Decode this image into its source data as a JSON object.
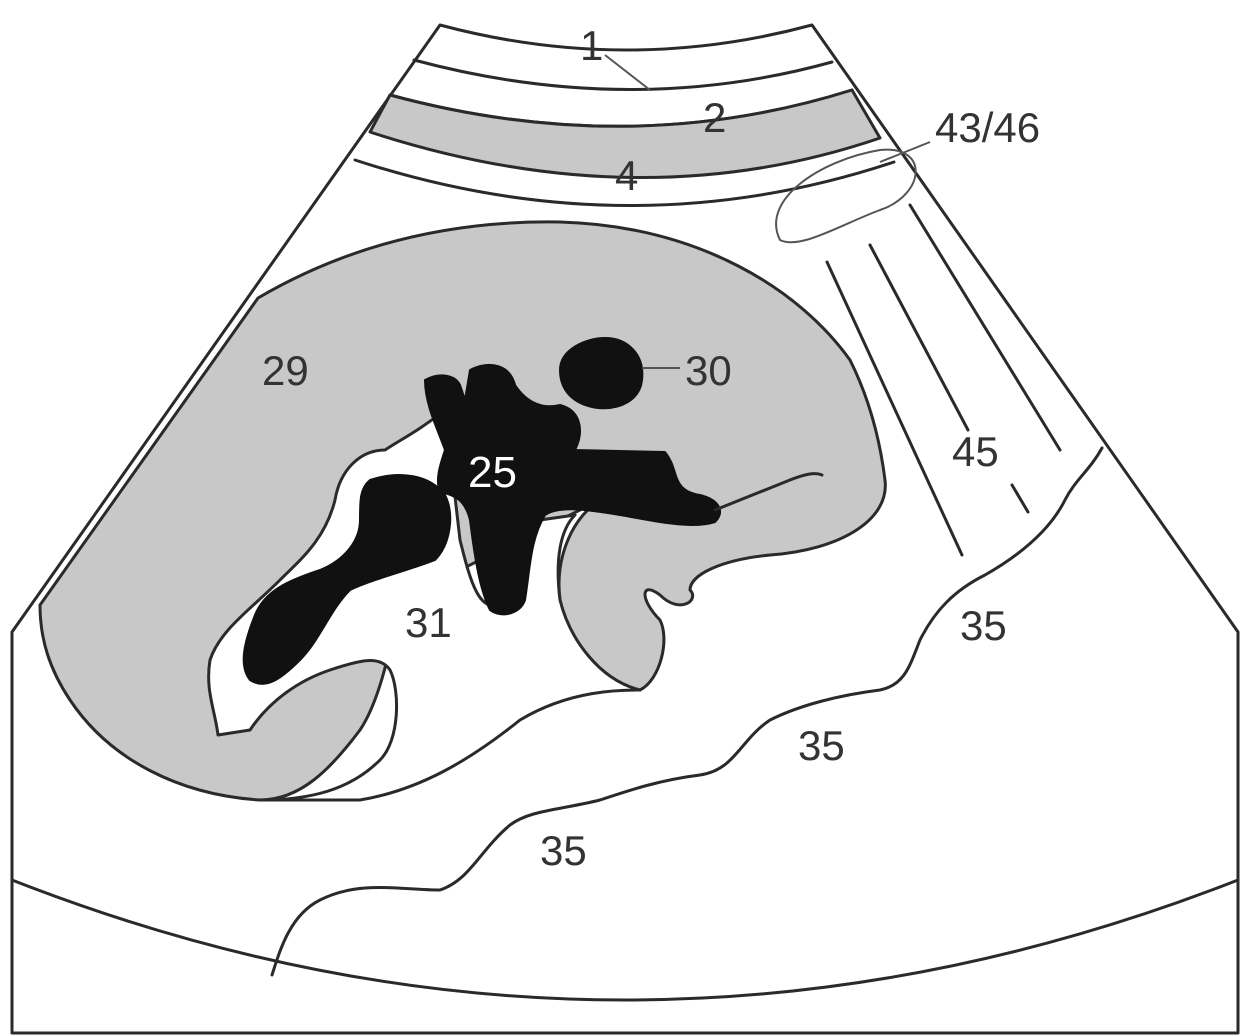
{
  "colors": {
    "gray_tissue": "#c8c8c8",
    "lumen": "#111111",
    "outline": "#2a2a2a"
  },
  "labels": {
    "l1": "1",
    "l2": "2",
    "l4": "4",
    "l43_46": "43/46",
    "l29": "29",
    "l30": "30",
    "l25": "25",
    "l45": "45",
    "l31": "31",
    "l35a": "35",
    "l35b": "35",
    "l35c": "35"
  }
}
